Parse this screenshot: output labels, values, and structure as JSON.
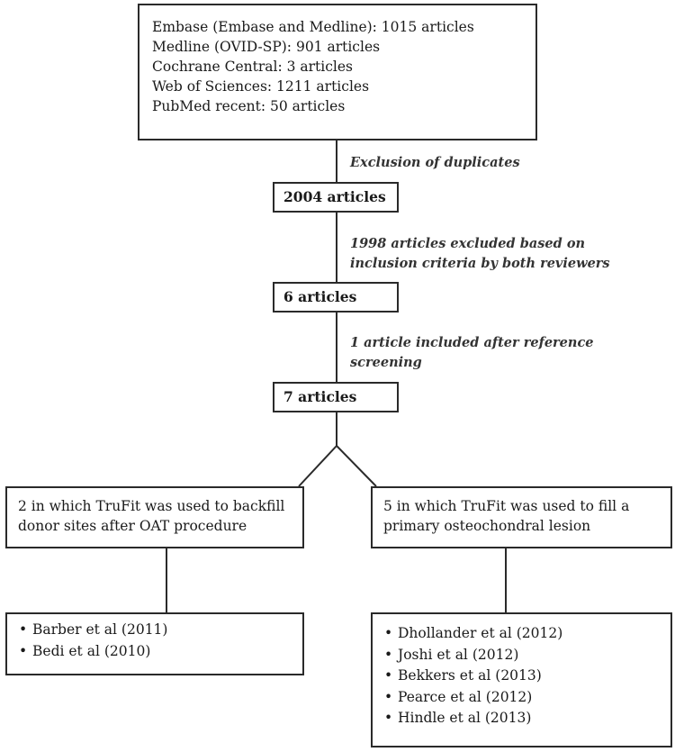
{
  "sources": {
    "lines": [
      "Embase (Embase and Medline): 1015 articles",
      "Medline (OVID-SP): 901 articles",
      "Cochrane Central: 3 articles",
      "Web of Sciences: 1211 articles",
      "PubMed recent: 50 articles"
    ]
  },
  "step_notes": {
    "duplicates": "Exclusion of duplicates",
    "criteria": [
      "1998 articles excluded based on",
      "inclusion criteria by both reviewers"
    ],
    "reference": [
      "1 article included after reference",
      "screening"
    ]
  },
  "counts": {
    "after_dedup": "2004 articles",
    "after_criteria": "6 articles",
    "final": "7 articles"
  },
  "branches": {
    "left": {
      "lines": [
        "2 in which TruFit was used to backfill",
        "donor sites after OAT procedure"
      ],
      "bullet": "•",
      "studies": [
        "Barber et al (2011)",
        "Bedi et al (2010)"
      ]
    },
    "right": {
      "lines": [
        "5 in which TruFit was used to fill a",
        "primary osteochondral lesion"
      ],
      "bullet": "•",
      "studies": [
        "Dhollander et al (2012)",
        "Joshi et al (2012)",
        "Bekkers et al (2013)",
        "Pearce et al (2012)",
        "Hindle et al (2013)"
      ]
    }
  }
}
